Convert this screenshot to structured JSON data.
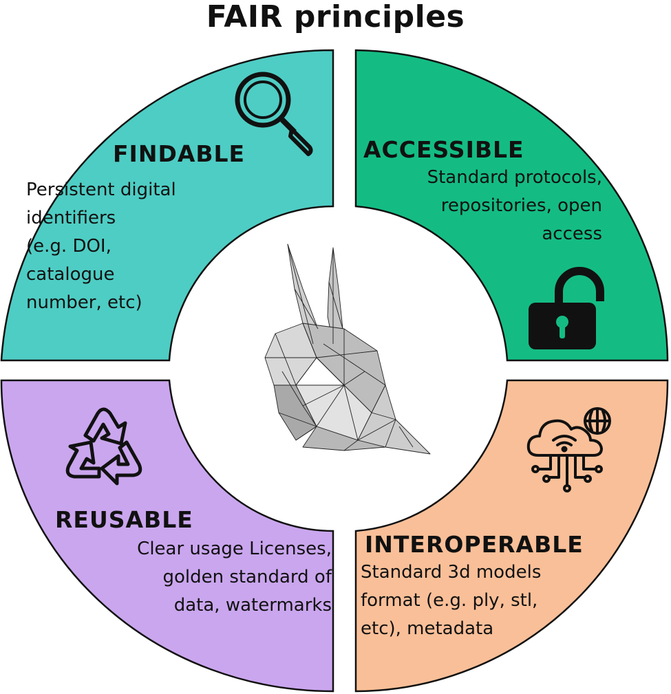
{
  "title": "FAIR principles",
  "colors": {
    "findable": "#4ecdc4",
    "accessible": "#14bc84",
    "reusable": "#caa6ee",
    "interoperable": "#f9bf98",
    "outline": "#111111"
  },
  "quadrants": {
    "findable": {
      "heading": "FINDABLE",
      "text": "Persistent digital\nidentifiers\n(e.g. DOI,\ncatalogue\nnumber, etc)",
      "icon": "magnifying-glass-icon"
    },
    "accessible": {
      "heading": "ACCESSIBLE",
      "text": "Standard protocols,\nrepositories, open\naccess",
      "icon": "open-padlock-icon"
    },
    "reusable": {
      "heading": "REUSABLE",
      "text": "Clear usage Licenses,\ngolden standard of\ndata, watermarks",
      "icon": "recycle-icon"
    },
    "interoperable": {
      "heading": "INTEROPERABLE",
      "text": "Standard 3d models\nformat (e.g. ply, stl,\netc), metadata",
      "icon": "cloud-network-icon"
    }
  },
  "center": {
    "icon": "wireframe-skull-model"
  }
}
